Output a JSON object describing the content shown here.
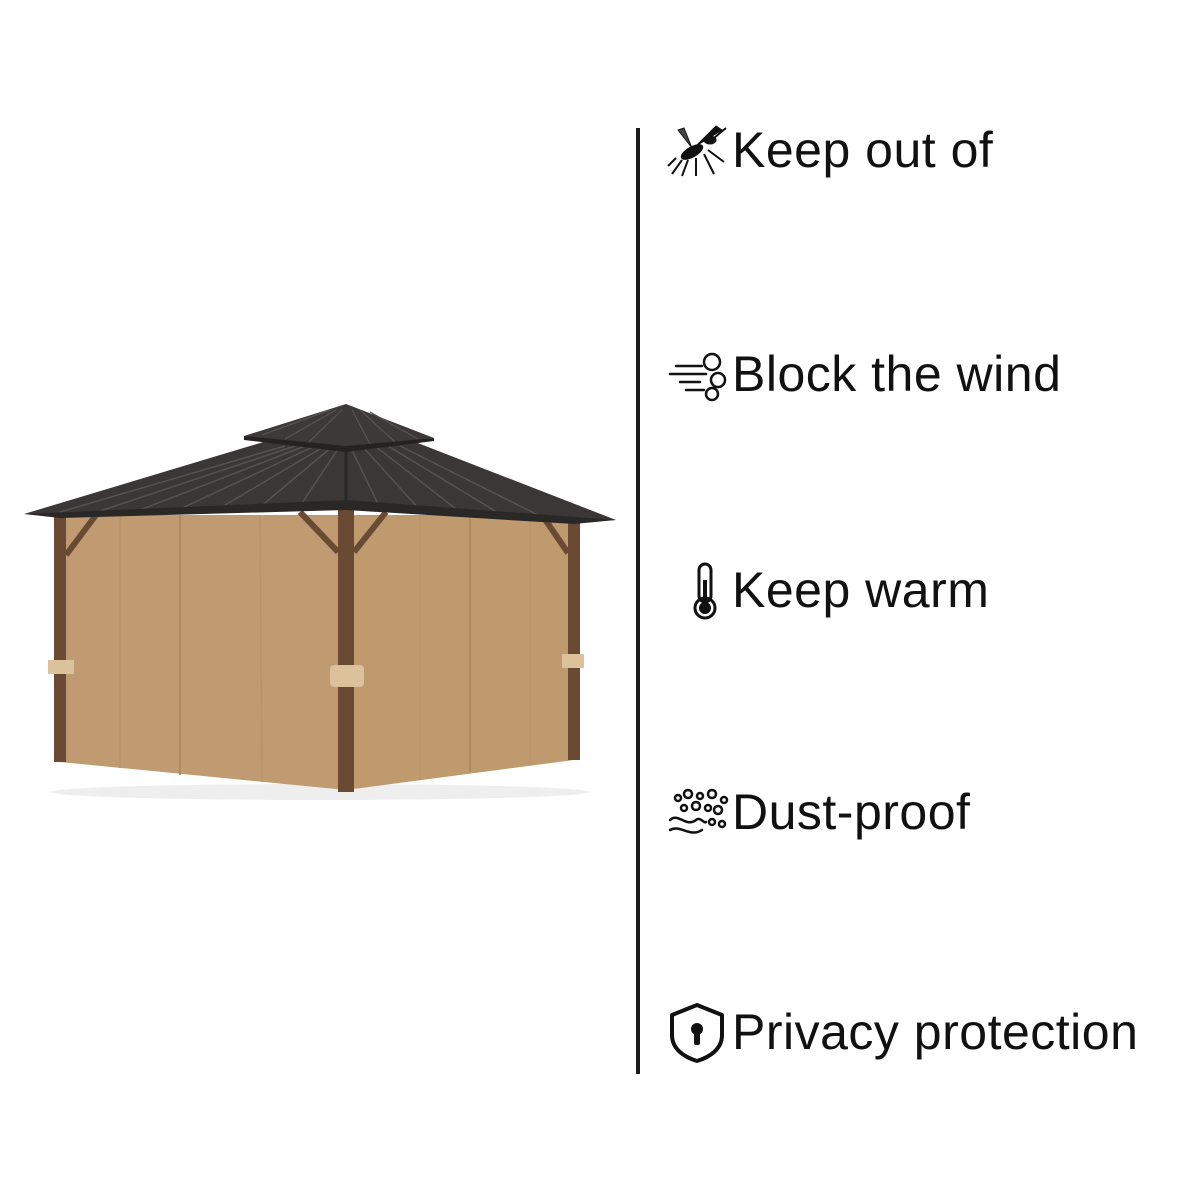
{
  "features": [
    {
      "icon": "mosquito-icon",
      "label": "Keep out of"
    },
    {
      "icon": "wind-icon",
      "label": "Block the wind"
    },
    {
      "icon": "thermometer-icon",
      "label": "Keep warm"
    },
    {
      "icon": "dust-icon",
      "label": "Dust-proof"
    },
    {
      "icon": "shield-lock-icon",
      "label": "Privacy protection"
    }
  ],
  "product_image": "gazebo-with-sidewalls",
  "colors": {
    "roof": "#3a3736",
    "frame": "#6b4a33",
    "curtain": "#c09a70",
    "tieback": "#dcc29a",
    "divider": "#1a1a1a",
    "text": "#111111"
  }
}
